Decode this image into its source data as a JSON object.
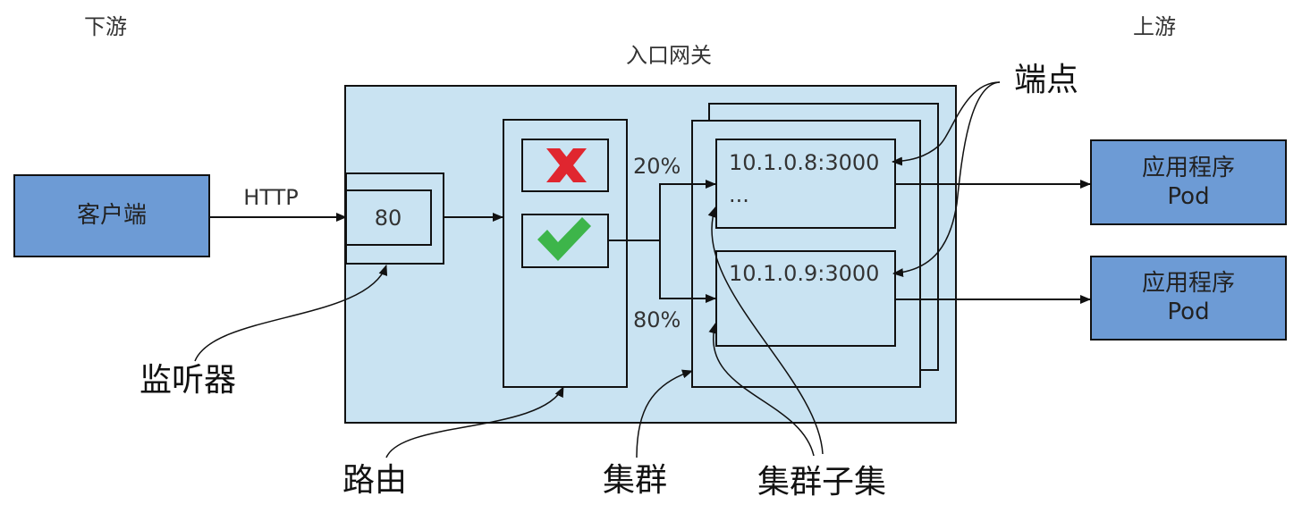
{
  "labels": {
    "downstream": "下游",
    "upstream": "上游",
    "gateway": "入口网关",
    "client": "客户端",
    "protocol": "HTTP",
    "port": "80",
    "weight_top": "20%",
    "weight_bottom": "80%",
    "endpoint_1": "10.1.0.8:3000",
    "endpoint_ellipsis": "...",
    "endpoint_2": "10.1.0.9:3000",
    "pod_1_line1": "应用程序",
    "pod_1_line2": "Pod",
    "pod_2_line1": "应用程序",
    "pod_2_line2": "Pod"
  },
  "callouts": {
    "endpoints": "端点",
    "listener": "监听器",
    "route": "路由",
    "cluster": "集群",
    "cluster_subset": "集群子集"
  },
  "colors": {
    "client_fill": "#6d9bd5",
    "gateway_fill": "#c9e3f2",
    "pod_fill": "#6d9bd5",
    "reject_icon": "#e0262f",
    "accept_icon": "#3db54a",
    "stroke": "#111111"
  },
  "icons": {
    "reject": "x-mark-icon",
    "accept": "check-mark-icon"
  }
}
